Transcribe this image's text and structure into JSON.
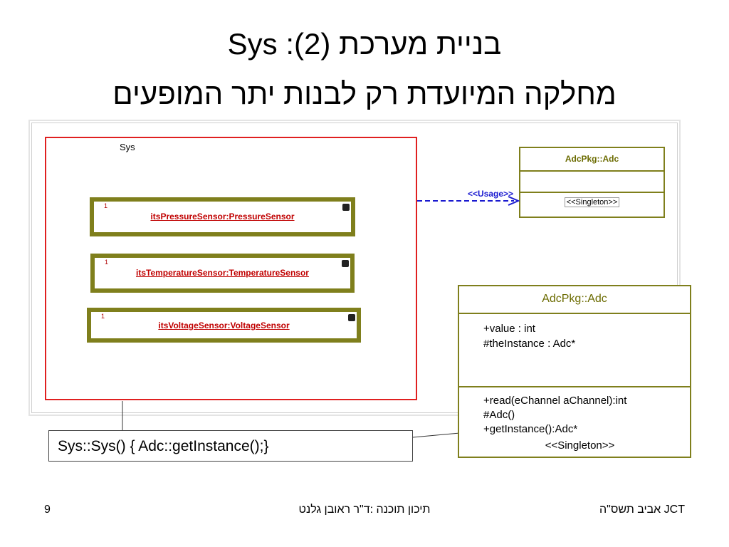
{
  "slide": {
    "title_line1": "בניית מערכת (2): Sys",
    "title_line2": "מחלקה המיועדת רק לבנות יתר המופעים"
  },
  "diagram": {
    "sys_label": "Sys",
    "parts": [
      {
        "multiplicity": "1",
        "name": "itsPressureSensor:PressureSensor"
      },
      {
        "multiplicity": "1",
        "name": "itsTemperatureSensor:TemperatureSensor"
      },
      {
        "multiplicity": "1",
        "name": "itsVoltageSensor:VoltageSensor"
      }
    ],
    "small_adc": {
      "name": "AdcPkg::Adc",
      "stereotype": "<<Singleton>>"
    },
    "usage_label": "<<Usage>>",
    "big_adc": {
      "name": "AdcPkg::Adc",
      "attributes": [
        "+value : int",
        "#theInstance : Adc*"
      ],
      "operations": [
        "+read(eChannel aChannel):int",
        "#Adc()",
        "+getInstance():Adc*"
      ],
      "stereotype": "<<Singleton>>"
    },
    "note": "Sys::Sys() { Adc::getInstance();}"
  },
  "footer": {
    "page_number": "9",
    "lecturer": "תיכון תוכנה :ד\"ר ראובן גלנט",
    "institution": "JCT אביב תשס\"ה"
  },
  "colors": {
    "sys_border": "#e02020",
    "part_border": "#7f7f1c",
    "part_text": "#c00000",
    "class_border": "#7f7f1c",
    "usage": "#1a1ad0"
  }
}
